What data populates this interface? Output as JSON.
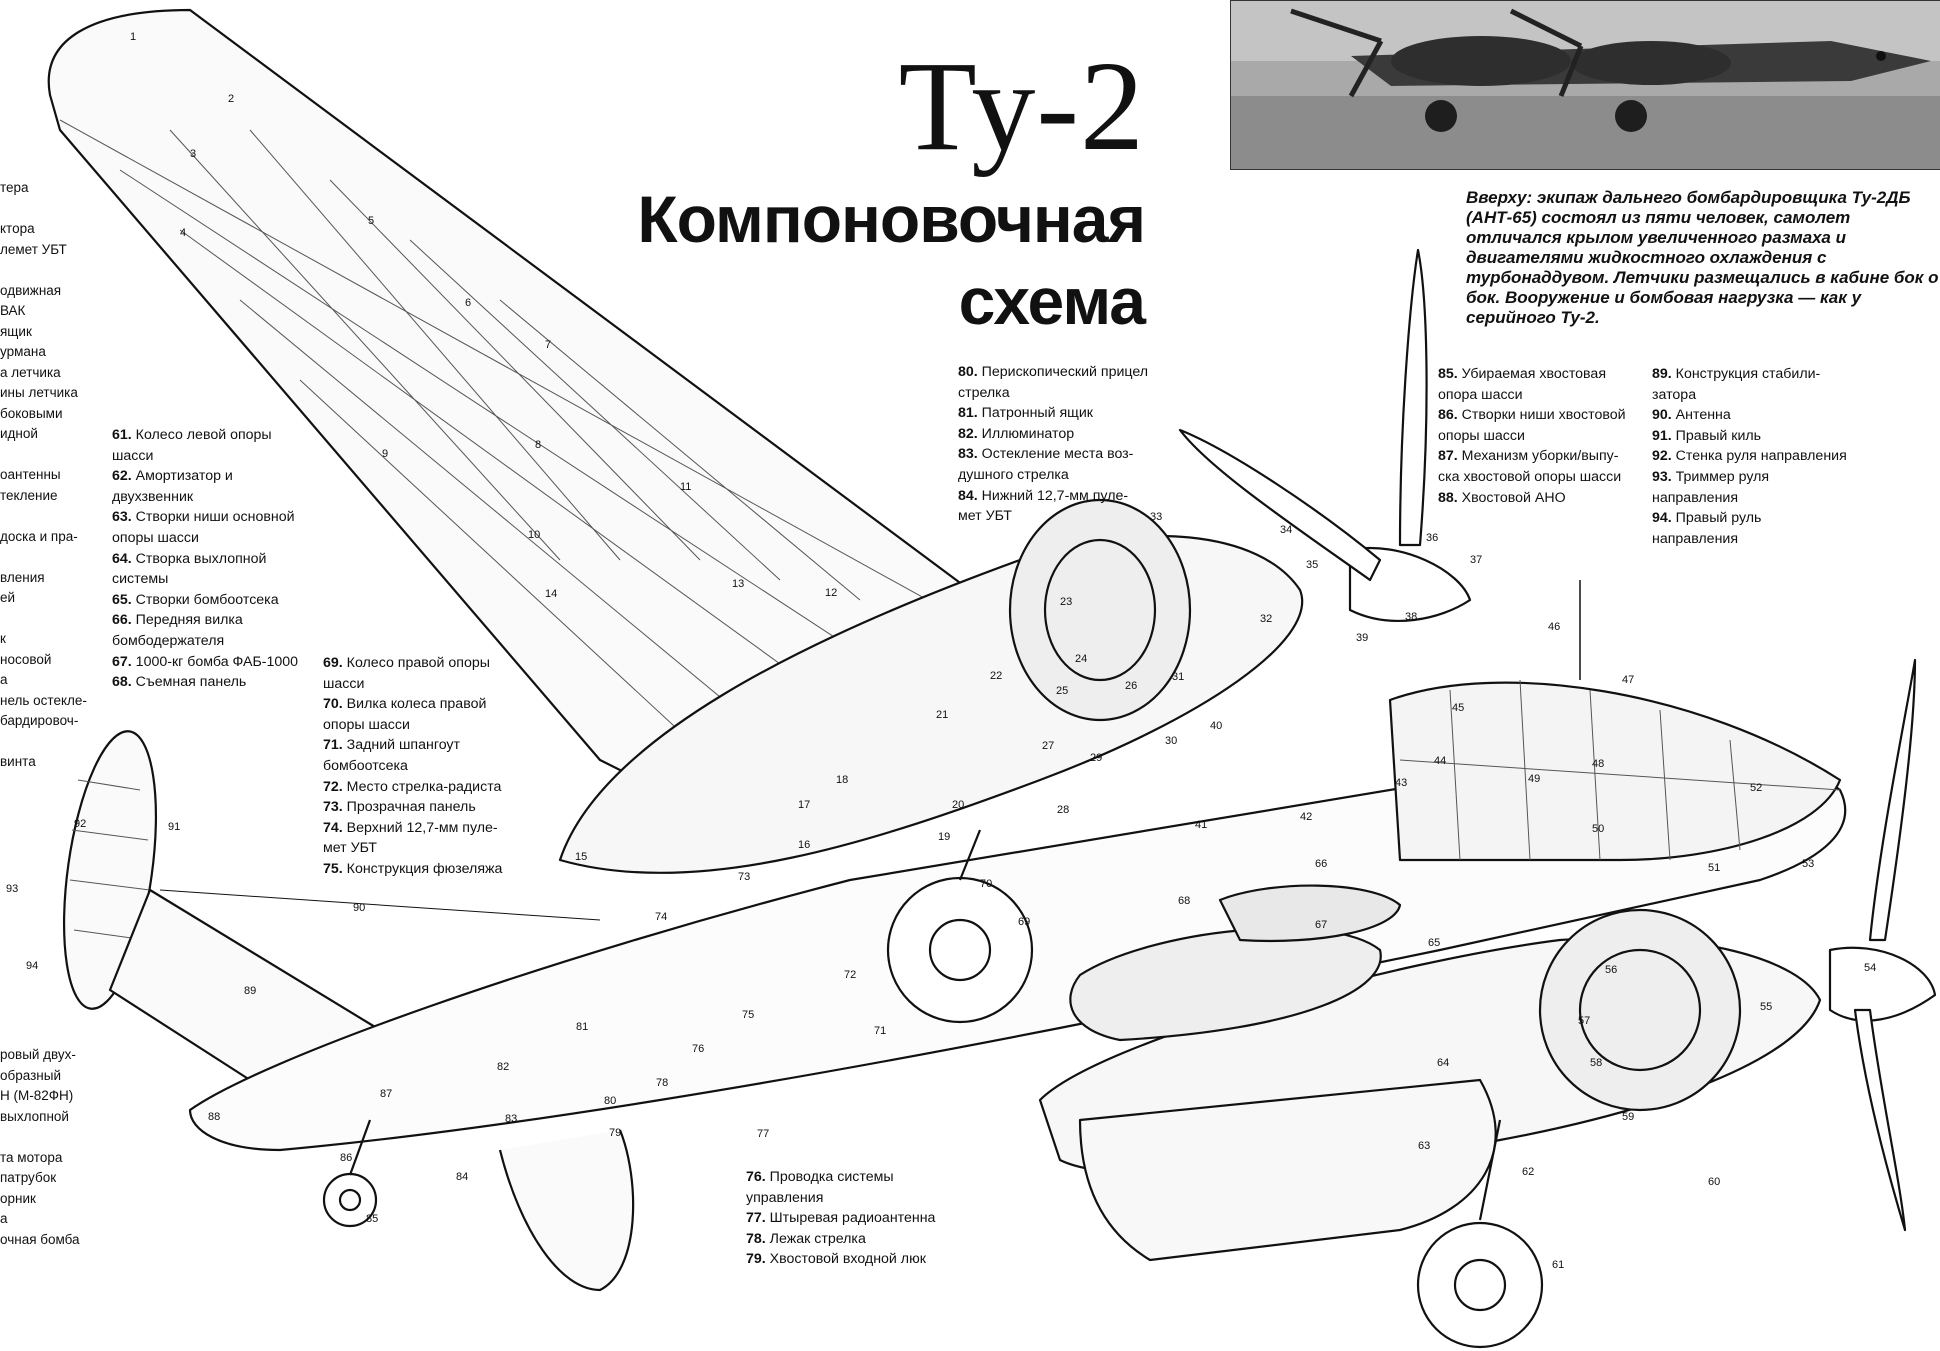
{
  "title": "Ту-2",
  "subtitle_lines": [
    "Компоновочная",
    "схема"
  ],
  "photo_caption": "Вверху: экипаж дальнего бомбардировщика Ту-2ДБ (АНТ-65) состоял из пяти человек, самолет отличался крылом увеличенного размаха и двигателями жидкостного охлаждения с турбонаддувом. Летчики размещались в кабине бок о бок. Вооружение и бомбовая нагрузка — как у серийного Ту-2.",
  "legend_groups": [
    {
      "items": [
        {
          "num": "61.",
          "text": "Колесо левой опоры\nшасси"
        },
        {
          "num": "62.",
          "text": "Амортизатор и\nдвухзвенник"
        },
        {
          "num": "63.",
          "text": "Створки ниши основной\nопоры шасси"
        },
        {
          "num": "64.",
          "text": "Створка выхлопной\nсистемы"
        },
        {
          "num": "65.",
          "text": "Створки бомбоотсека"
        },
        {
          "num": "66.",
          "text": "Передняя вилка\nбомбодержателя"
        },
        {
          "num": "67.",
          "text": "1000-кг бомба ФАБ-1000"
        },
        {
          "num": "68.",
          "text": "Съемная панель"
        }
      ]
    },
    {
      "items": [
        {
          "num": "69.",
          "text": "Колесо правой опоры\nшасси"
        },
        {
          "num": "70.",
          "text": "Вилка колеса правой\nопоры шасси"
        },
        {
          "num": "71.",
          "text": "Задний шпангоут\nбомбоотсека"
        },
        {
          "num": "72.",
          "text": "Место стрелка-радиста"
        },
        {
          "num": "73.",
          "text": "Прозрачная панель"
        },
        {
          "num": "74.",
          "text": "Верхний 12,7-мм пуле-\nмет УБТ"
        },
        {
          "num": "75.",
          "text": "Конструкция фюзеляжа"
        }
      ]
    },
    {
      "items": [
        {
          "num": "80.",
          "text": "Перископический прицел\nстрелка"
        },
        {
          "num": "81.",
          "text": "Патронный ящик"
        },
        {
          "num": "82.",
          "text": "Иллюминатор"
        },
        {
          "num": "83.",
          "text": "Остекление места воз-\nдушного стрелка"
        },
        {
          "num": "84.",
          "text": "Нижний 12,7-мм пуле-\nмет УБТ"
        }
      ]
    },
    {
      "items": [
        {
          "num": "85.",
          "text": "Убираемая хвостовая\nопора шасси"
        },
        {
          "num": "86.",
          "text": "Створки ниши хвостовой\nопоры шасси"
        },
        {
          "num": "87.",
          "text": "Механизм уборки/выпу-\nска хвостовой опоры шасси"
        },
        {
          "num": "88.",
          "text": "Хвостовой АНО"
        }
      ]
    },
    {
      "items": [
        {
          "num": "89.",
          "text": "Конструкция стабили-\nзатора"
        },
        {
          "num": "90.",
          "text": "Антенна"
        },
        {
          "num": "91.",
          "text": "Правый киль"
        },
        {
          "num": "92.",
          "text": "Стенка руля направления"
        },
        {
          "num": "93.",
          "text": "Триммер руля\nнаправления"
        },
        {
          "num": "94.",
          "text": "Правый руль\nнаправления"
        }
      ]
    },
    {
      "items": [
        {
          "num": "76.",
          "text": "Проводка системы\nуправления"
        },
        {
          "num": "77.",
          "text": "Штыревая радиоантенна"
        },
        {
          "num": "78.",
          "text": "Лежак стрелка"
        },
        {
          "num": "79.",
          "text": "Хвостовой входной люк"
        }
      ]
    }
  ],
  "left_edge_fragments_top": [
    "тера",
    "",
    "ктора",
    "лемет УБТ",
    "",
    "одвижная",
    "ВАК",
    "ящик",
    "урмана",
    "а летчика",
    "ины летчика",
    "боковыми",
    "идной",
    "",
    "оантенны",
    "текление",
    "",
    "доска и пра-",
    "",
    "вления",
    "ей",
    "",
    "к",
    "носовой",
    "а",
    "нель остекле-",
    "бардировоч-",
    "",
    "винта"
  ],
  "left_edge_fragments_bottom": [
    "ровый двух-",
    "образный",
    "Н (М-82ФН)",
    "выхлопной",
    "",
    "та мотора",
    "патрубок",
    "орник",
    "а",
    "очная бомба"
  ],
  "callouts": [
    "1",
    "2",
    "3",
    "4",
    "5",
    "6",
    "7",
    "8",
    "9",
    "10",
    "11",
    "12",
    "13",
    "14",
    "15",
    "16",
    "17",
    "18",
    "19",
    "20",
    "21",
    "22",
    "23",
    "24",
    "25",
    "26",
    "27",
    "28",
    "29",
    "30",
    "31",
    "32",
    "33",
    "34",
    "35",
    "36",
    "37",
    "38",
    "39",
    "40",
    "41",
    "42",
    "43",
    "44",
    "45",
    "46",
    "47",
    "48",
    "49",
    "50",
    "51",
    "52",
    "53",
    "54",
    "55",
    "56",
    "57",
    "58",
    "59",
    "60",
    "61",
    "62",
    "63",
    "64",
    "65",
    "66",
    "67",
    "68",
    "69",
    "70",
    "71",
    "72",
    "73",
    "74",
    "75",
    "76",
    "77",
    "78",
    "79",
    "80",
    "81",
    "82",
    "83",
    "84",
    "85",
    "86",
    "87",
    "88",
    "89",
    "90",
    "91",
    "92",
    "93",
    "94"
  ]
}
